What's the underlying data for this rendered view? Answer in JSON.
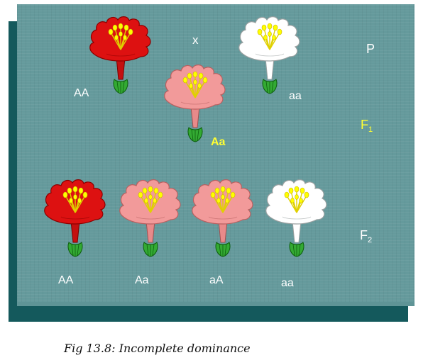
{
  "colors": {
    "panel": "#659a9c",
    "shadow": "#14595c",
    "red": "#dd1111",
    "pink": "#f29a9a",
    "white": "#ffffff",
    "anther": "#ffff00",
    "calyx": "#33aa33"
  },
  "parents": {
    "left_genotype": "AA",
    "cross": "x",
    "right_genotype": "aa",
    "generation_letter": "P"
  },
  "f1": {
    "genotype": "Aa",
    "generation_letter": "F",
    "generation_sub": "1"
  },
  "f2": {
    "genotypes": [
      "AA",
      "Aa",
      "aA",
      "aa"
    ],
    "generation_letter": "F",
    "generation_sub": "2"
  },
  "caption": "Fig 13.8: Incomplete dominance"
}
